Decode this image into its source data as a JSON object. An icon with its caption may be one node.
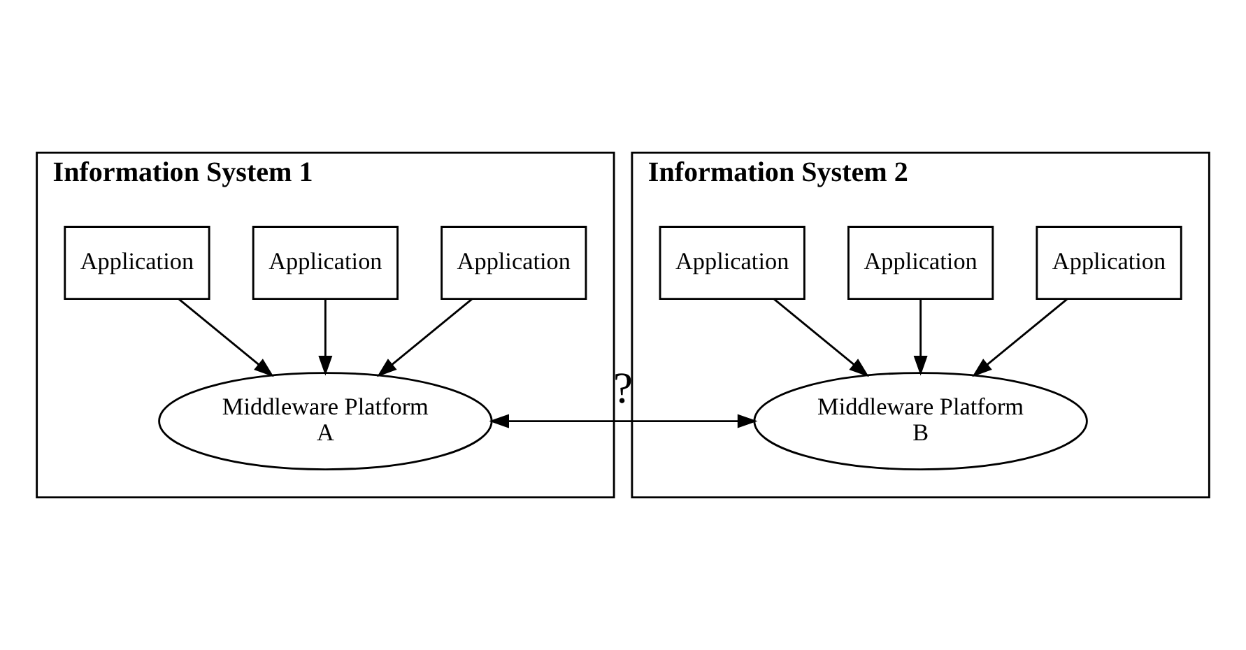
{
  "diagram": {
    "nodes": [
      {
        "text": [
          "Information System 1"
        ]
      },
      {
        "text": [
          "Application"
        ],
        "in": 0
      },
      {
        "text": [
          "Application"
        ],
        "in": 0
      },
      {
        "text": [
          "Application"
        ],
        "in": 0
      },
      {
        "text": [
          "Middleware Platform A"
        ],
        "in": 0
      },
      {
        "text": [
          "Information System 2"
        ]
      },
      {
        "text": [
          "Application"
        ],
        "in": 5
      },
      {
        "text": [
          "Application"
        ],
        "in": 5
      },
      {
        "text": [
          "Application"
        ],
        "in": 5
      },
      {
        "text": [
          "Middleware Platform B"
        ],
        "in": 5
      }
    ],
    "edges": [
      {
        "from": 1,
        "to": 4,
        "arrow": "to"
      },
      {
        "from": 2,
        "to": 4,
        "arrow": "to"
      },
      {
        "from": 3,
        "to": 4,
        "arrow": "to"
      },
      {
        "from": 6,
        "to": 9,
        "arrow": "to"
      },
      {
        "from": 7,
        "to": 9,
        "arrow": "to"
      },
      {
        "from": 8,
        "to": 9,
        "arrow": "to"
      },
      {
        "from": 4,
        "to": 9,
        "label": "?",
        "arrow": "both"
      }
    ]
  }
}
